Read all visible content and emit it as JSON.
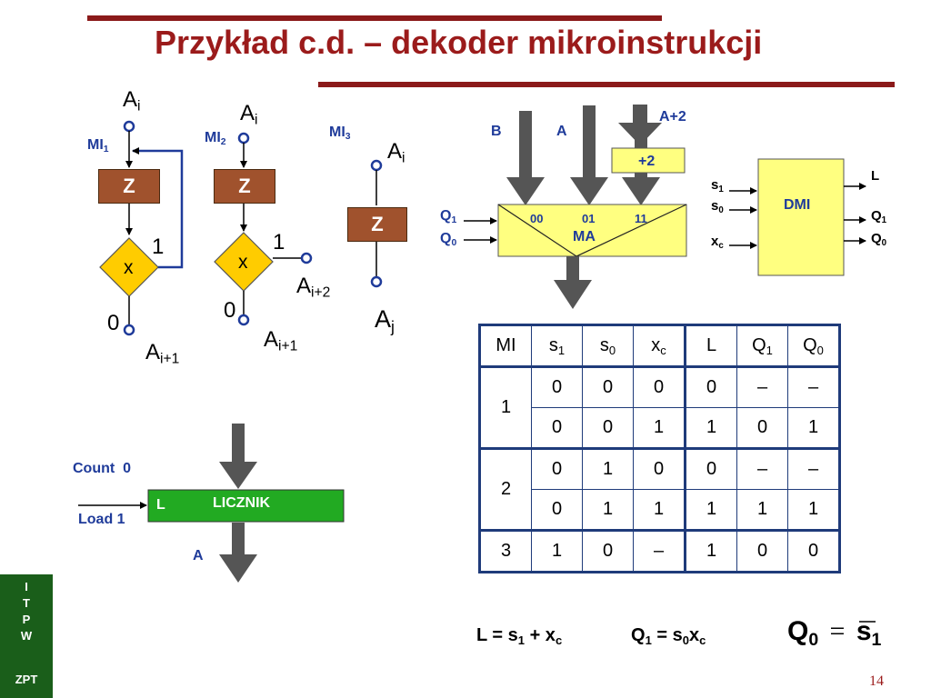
{
  "title": "Przykład c.d. – dekoder mikroinstrukcji",
  "left_sidebar": {
    "line1": "I",
    "line2": "T",
    "line3": "P",
    "line4": "W",
    "bottom": "ZPT"
  },
  "page_number": "14",
  "mi1": {
    "label_main": "MI",
    "label_sub": "1",
    "top_main": "A",
    "top_sub": "i",
    "box": "Z",
    "cond": "x",
    "one": "1",
    "zero": "0",
    "bot_main": "A",
    "bot_sub": "i+1"
  },
  "mi2": {
    "label_main": "MI",
    "label_sub": "2",
    "top_main": "A",
    "top_sub": "i",
    "box": "Z",
    "cond": "x",
    "one": "1",
    "zero": "0",
    "one_main": "A",
    "one_sub": "i+2",
    "zero_main": "A",
    "zero_sub": "i+1"
  },
  "mi3": {
    "label_main": "MI",
    "label_sub": "3",
    "top_main": "A",
    "top_sub": "i",
    "box": "Z",
    "bot_main": "A",
    "bot_sub": "j"
  },
  "ma": {
    "b": "B",
    "a": "A",
    "a2": "A+2",
    "plus2": "+2",
    "q1_main": "Q",
    "q1_sub": "1",
    "q0_main": "Q",
    "q0_sub": "0",
    "c00": "00",
    "c01": "01",
    "c11": "11",
    "name": "MA"
  },
  "dmi": {
    "name": "DMI",
    "s1_main": "s",
    "s1_sub": "1",
    "s0_main": "s",
    "s0_sub": "0",
    "xc_main": "x",
    "xc_sub": "c",
    "l": "L",
    "q1_main": "Q",
    "q1_sub": "1",
    "q0_main": "Q",
    "q0_sub": "0"
  },
  "counter": {
    "count": "Count  0",
    "load": "Load 1",
    "l": "L",
    "name": "LICZNIK",
    "a": "A"
  },
  "table": {
    "headers": [
      {
        "main": "MI",
        "sub": ""
      },
      {
        "main": "s",
        "sub": "1"
      },
      {
        "main": "s",
        "sub": "0"
      },
      {
        "main": "x",
        "sub": "c"
      },
      {
        "main": "L",
        "sub": ""
      },
      {
        "main": "Q",
        "sub": "1"
      },
      {
        "main": "Q",
        "sub": "0"
      }
    ],
    "groups": [
      {
        "mi": "1",
        "rows": [
          [
            "0",
            "0",
            "0",
            "0",
            "–",
            "–"
          ],
          [
            "0",
            "0",
            "1",
            "1",
            "0",
            "1"
          ]
        ]
      },
      {
        "mi": "2",
        "rows": [
          [
            "0",
            "1",
            "0",
            "0",
            "–",
            "–"
          ],
          [
            "0",
            "1",
            "1",
            "1",
            "1",
            "1"
          ]
        ]
      },
      {
        "mi": "3",
        "rows": [
          [
            "1",
            "0",
            "–",
            "1",
            "0",
            "0"
          ]
        ]
      }
    ]
  },
  "equations": {
    "eq1": {
      "a": "L = s",
      "a_sub": "1",
      "b": " + x",
      "b_sub": "c"
    },
    "eq2": {
      "a": "Q",
      "a_sub": "1",
      "b": " = s",
      "b_sub": "0",
      "c": "x",
      "c_sub": "c"
    },
    "eq3": {
      "a": "Q",
      "a_sub": "0",
      "eq": "=",
      "b": "s",
      "b_sub": "1"
    }
  }
}
